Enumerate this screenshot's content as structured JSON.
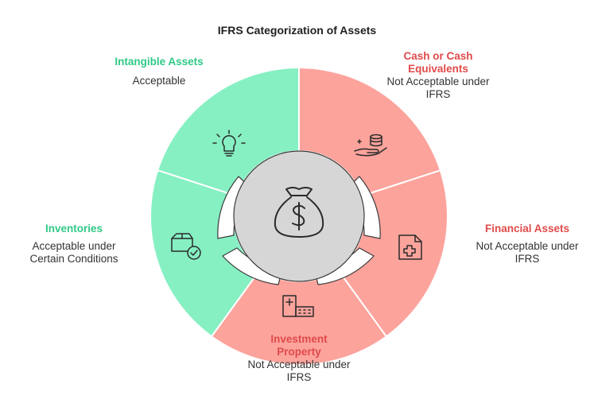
{
  "title": "IFRS Categorization of Assets",
  "colors": {
    "acceptable_fill": "#86f0c3",
    "not_acceptable_fill": "#fca39c",
    "acceptable_text": "#2fc987",
    "not_acceptable_text": "#e04a4a",
    "hub_fill": "#d6d6d6"
  },
  "center": {
    "icon": "money-bag-dollar-icon"
  },
  "categories": [
    {
      "name": "Intangible Assets",
      "status": "Acceptable",
      "icon": "lightbulb-icon"
    },
    {
      "name": "Cash or Cash Equivalents",
      "status": "Not Acceptable under IFRS",
      "icon": "hand-coins-icon"
    },
    {
      "name": "Financial Assets",
      "status": "Not Acceptable under IFRS",
      "icon": "document-plus-icon"
    },
    {
      "name": "Investment Property",
      "status": "Not Acceptable under IFRS",
      "icon": "building-icon"
    },
    {
      "name": "Inventories",
      "status": "Acceptable under Certain Conditions",
      "icon": "box-check-icon"
    }
  ]
}
